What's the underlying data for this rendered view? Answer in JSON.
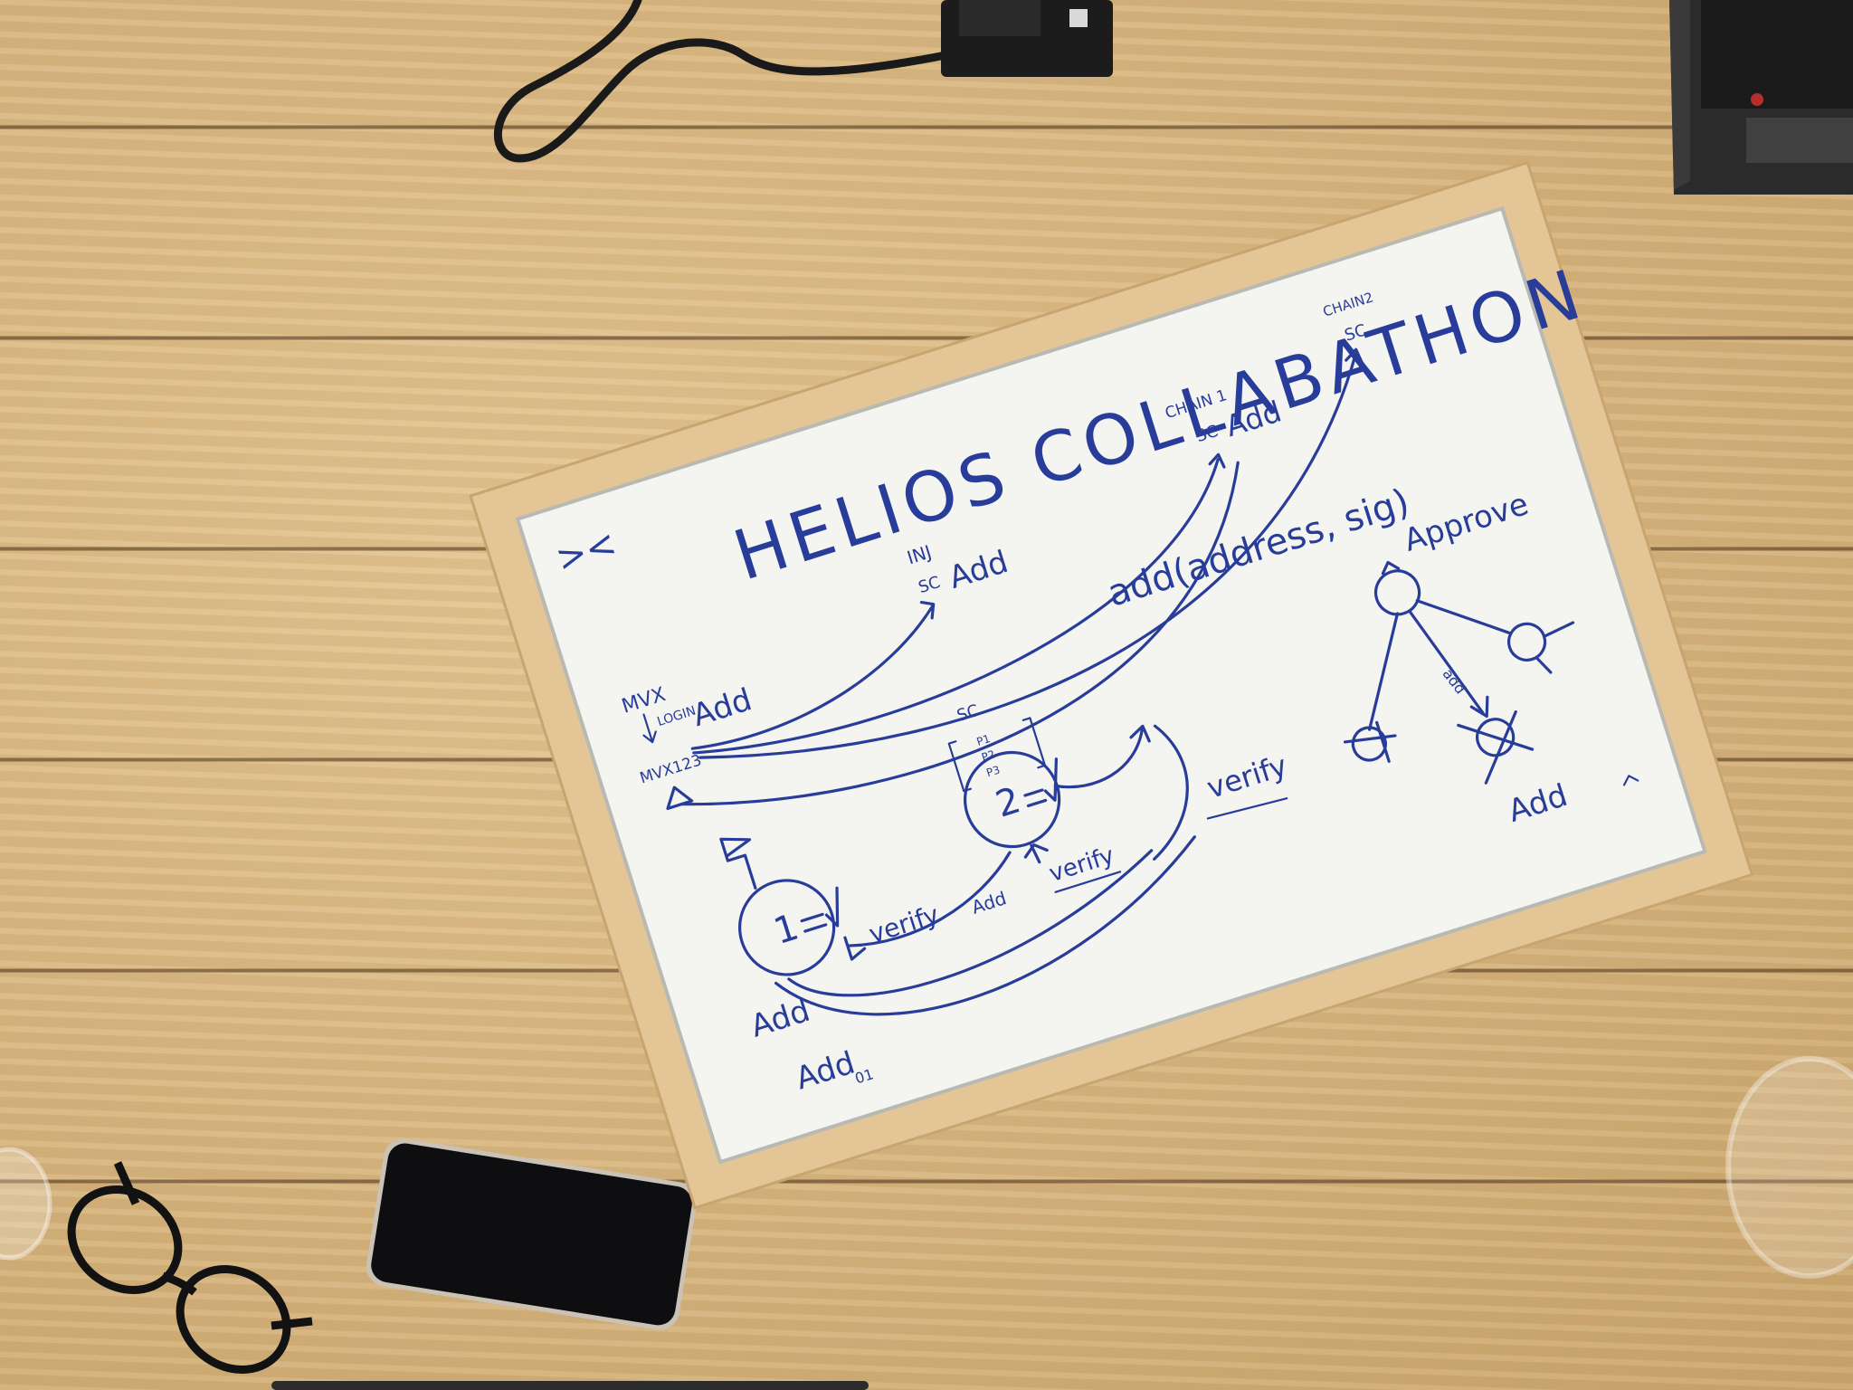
{
  "whiteboard": {
    "title": "HELIOS COLLABATHON",
    "corner_mark": "><",
    "mvx_label": "MVX",
    "login_label": "LOGIN",
    "mvx123_label": "MVX123",
    "add_mvx": "Add",
    "inj_label": "INJ",
    "sc_inj": "SC",
    "add_inj": "Add",
    "chain1_label": "CHAIN 1",
    "sc_chain1": "SC",
    "add_chain1": "Add",
    "chain2_label": "CHAIN2",
    "sc_chain2": "SC",
    "function_call": "add(address, sig)",
    "sc_mid": "SC",
    "list_items": [
      "P1",
      "P2",
      "P3"
    ],
    "node1": "1",
    "node2": "2",
    "verify_1": "verify",
    "verify_2": "verify",
    "verify_3": "verify",
    "add_small": "Add",
    "add_bottom_1": "Add",
    "add_bottom_2": "Add",
    "add_bottom_2_sub": "01",
    "approve_label": "Approve",
    "tree_edge_label": "add",
    "tree_add_label": "Add"
  },
  "colors": {
    "ink": "#283c9a",
    "board": "#f4f4f2",
    "frame": "#e2c393",
    "desk": "#d7b884"
  },
  "objects": [
    "whiteboard",
    "smartphone",
    "eyeglasses",
    "cable",
    "laptop",
    "glass"
  ]
}
